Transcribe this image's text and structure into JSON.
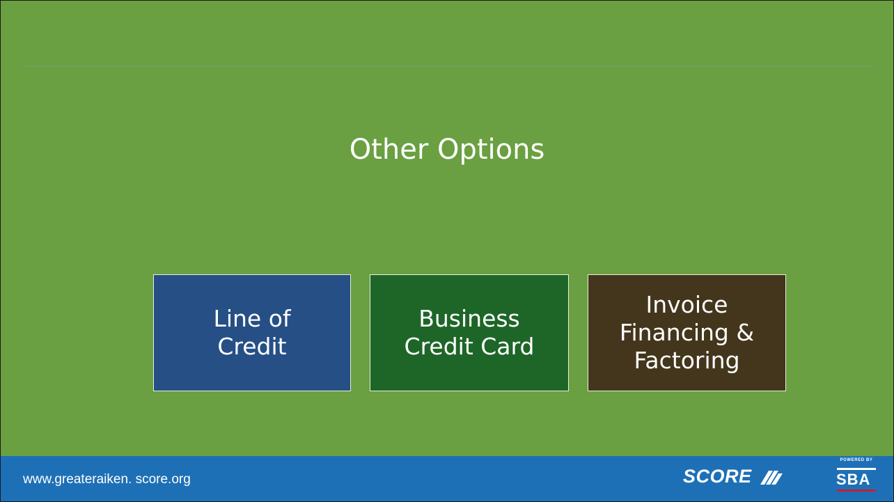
{
  "slide": {
    "title": "Other Options",
    "boxes": [
      {
        "label": "Line of\nCredit",
        "color": "#264f86"
      },
      {
        "label": "Business\nCredit Card",
        "color": "#1e6628"
      },
      {
        "label": "Invoice\nFinancing &\nFactoring",
        "color": "#44361c"
      }
    ],
    "background_color": "#6aa041"
  },
  "footer": {
    "url": "www.greateraiken. score.org",
    "background_color": "#1e70b6",
    "score_logo": "SCORE",
    "sba_powered_by": "POWERED BY",
    "sba_logo": "SBA"
  }
}
